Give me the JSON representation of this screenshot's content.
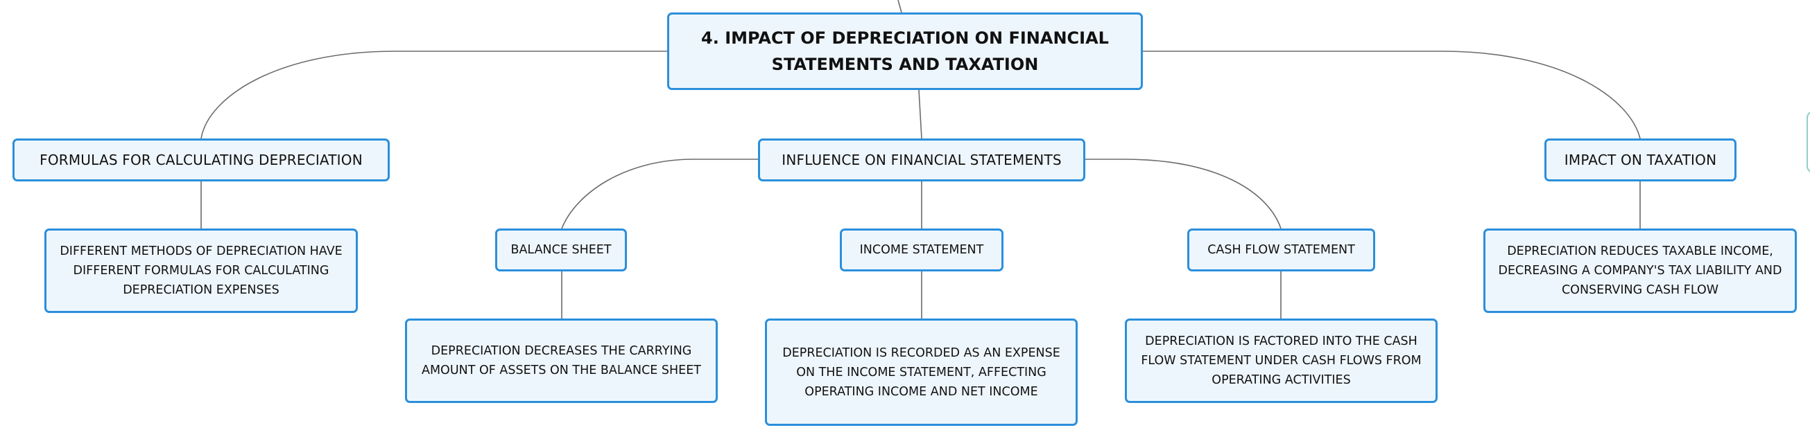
{
  "diagram": {
    "root": "4. IMPACT OF DEPRECIATION ON FINANCIAL STATEMENTS AND TAXATION",
    "branches": {
      "formulas": {
        "label": "FORMULAS FOR CALCULATING DEPRECIATION",
        "detail": "DIFFERENT METHODS OF DEPRECIATION HAVE DIFFERENT FORMULAS FOR CALCULATING DEPRECIATION EXPENSES"
      },
      "influence": {
        "label": "INFLUENCE ON FINANCIAL STATEMENTS",
        "balance_sheet": {
          "label": "BALANCE SHEET",
          "detail": "DEPRECIATION DECREASES THE CARRYING AMOUNT OF ASSETS ON THE BALANCE SHEET"
        },
        "income_statement": {
          "label": "INCOME STATEMENT",
          "detail": "DEPRECIATION IS RECORDED AS AN EXPENSE ON THE INCOME STATEMENT, AFFECTING OPERATING INCOME AND NET INCOME"
        },
        "cash_flow_statement": {
          "label": "CASH FLOW STATEMENT",
          "detail": "DEPRECIATION IS FACTORED INTO THE CASH FLOW STATEMENT UNDER CASH FLOWS FROM OPERATING ACTIVITIES"
        }
      },
      "taxation": {
        "label": "IMPACT ON TAXATION",
        "detail": "DEPRECIATION REDUCES TAXABLE INCOME, DECREASING A COMPANY'S TAX LIABILITY AND CONSERVING CASH FLOW"
      }
    }
  }
}
